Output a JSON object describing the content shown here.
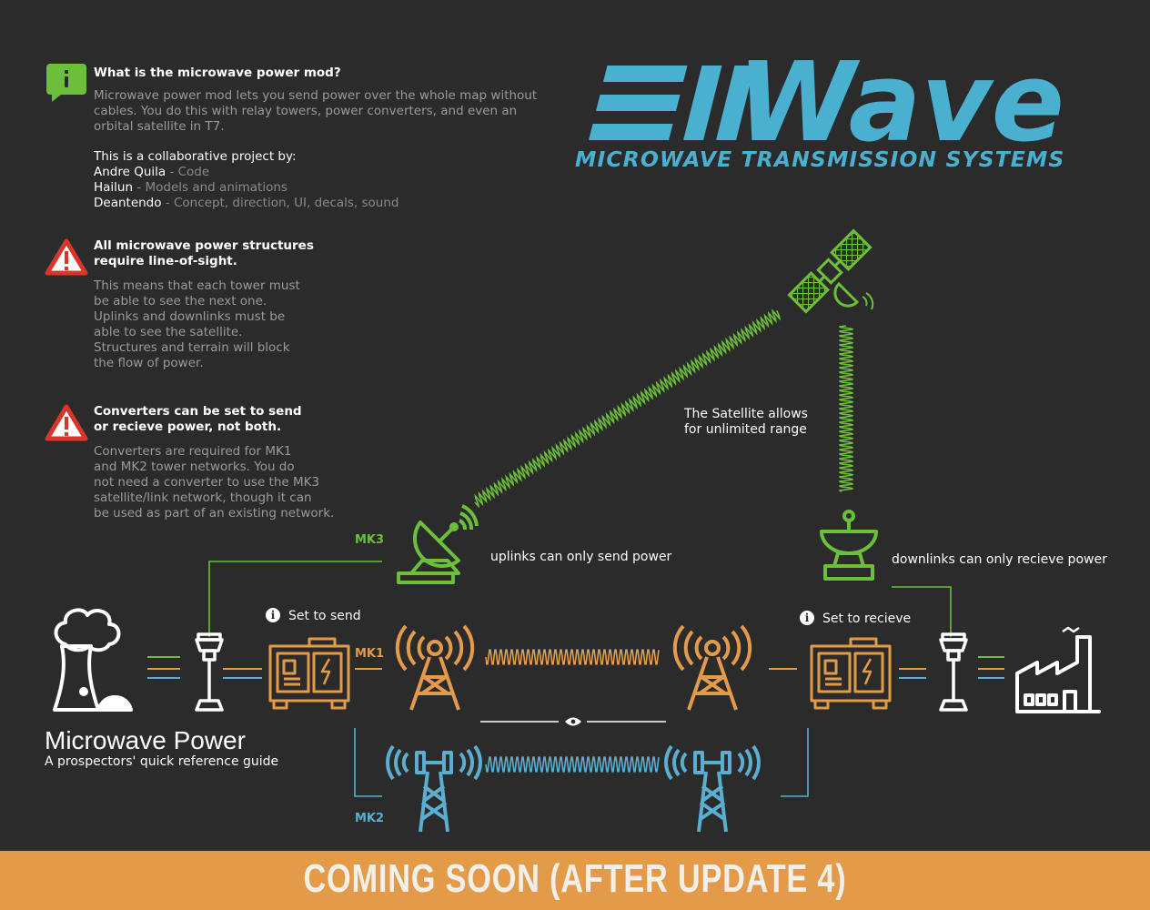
{
  "info": {
    "title": "What is the microwave power mod?",
    "body": "Microwave power mod lets you send power over the whole map without\ncables. You do this with relay towers, power converters, and even an\norbital satellite in T7.",
    "collab_intro": "This is a collaborative project by:",
    "credits": [
      {
        "name": "Andre Quila",
        "role": " - Code"
      },
      {
        "name": "Hailun",
        "role": " - Models and animations"
      },
      {
        "name": "Deantendo",
        "role": " - Concept, direction, UI, decals, sound"
      }
    ]
  },
  "warning_los": {
    "title": "All microwave power structures\nrequire line-of-sight.",
    "body": "This means that each tower must\nbe able to see the next one.\nUplinks and downlinks must be\nable to see the satellite.\nStructures and terrain will block\nthe flow of power."
  },
  "warning_converters": {
    "title": "Converters can be set to send\nor recieve power, not both.",
    "body": "Converters are required for MK1\nand MK2 tower networks. You do\nnot need a converter to use the MK3\nsatellite/link network, though it can\nbe used as part of an existing network."
  },
  "logo": {
    "wordmark": "Wave",
    "subtitle": "MICROWAVE TRANSMISSION SYSTEMS"
  },
  "diagram": {
    "satellite_note": "The Satellite allows\nfor unlimited range",
    "uplink_note": "uplinks can only send power",
    "downlink_note": "downlinks can only recieve power",
    "send_note": "Set to send",
    "receive_note": "Set to recieve",
    "levels": {
      "mk3": "MK3",
      "mk1": "MK1",
      "mk2": "MK2"
    }
  },
  "guide": {
    "title": "Microwave Power",
    "subtitle": "A prospectors' quick reference guide"
  },
  "footer": {
    "text": "COMING SOON (AFTER UPDATE 4)"
  },
  "colors": {
    "background": "#2b2b2b",
    "mk3_green": "#6cbf3a",
    "mk1_orange": "#e39b4a",
    "mk2_blue": "#5aaed0",
    "logo_blue": "#4ab0d0",
    "warning_red": "#d9362b",
    "footer": "#e39b4a"
  },
  "icons": [
    "info-chat-icon",
    "warning-triangle-icon",
    "satellite-icon",
    "uplink-dish-icon",
    "downlink-dish-icon",
    "power-plant-icon",
    "factory-icon",
    "pylon-icon",
    "converter-icon",
    "mk1-tower-icon",
    "mk2-tower-icon",
    "eye-icon",
    "info-icon"
  ]
}
